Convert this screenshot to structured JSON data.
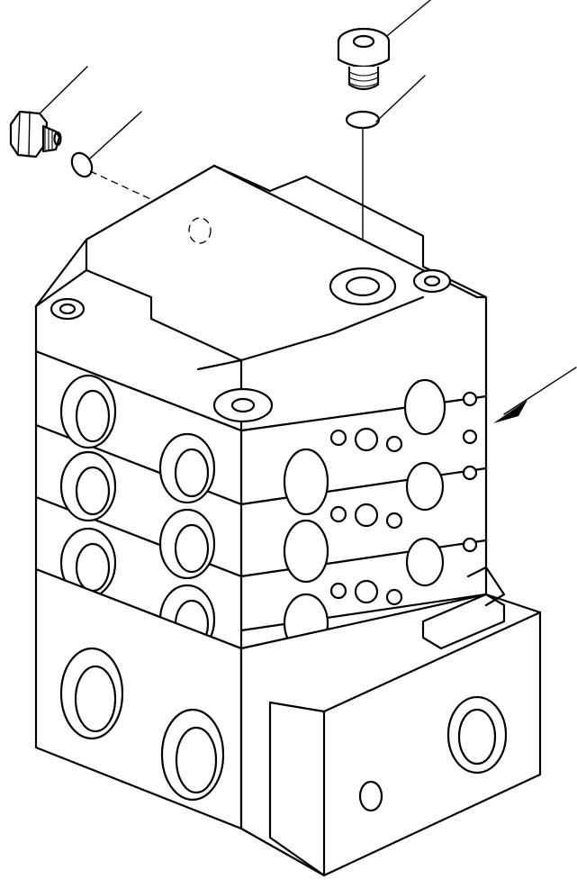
{
  "diagram": {
    "kind": "exploded parts drawing",
    "parts": [
      {
        "name": "plug",
        "has_leader": true
      },
      {
        "name": "o-ring",
        "has_leader": true
      },
      {
        "name": "socket-head-plug",
        "has_leader": true
      },
      {
        "name": "o-ring",
        "has_leader": true
      },
      {
        "name": "valve-assembly",
        "has_leader": true
      }
    ],
    "line_color": "#000000",
    "background": "#ffffff"
  }
}
